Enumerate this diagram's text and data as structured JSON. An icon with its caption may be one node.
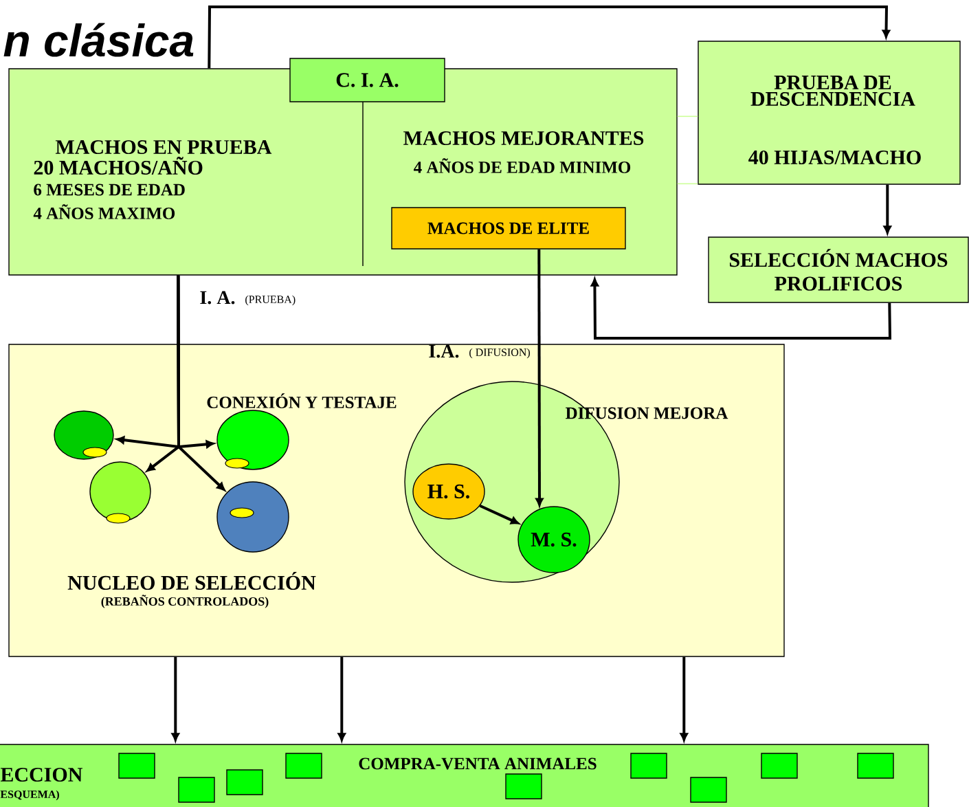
{
  "diagram": {
    "title": "n clásica",
    "nodes": [
      {
        "text": [
          "MACHOS EN PRUEBA",
          "20 MACHOS/AÑO",
          "6 MESES DE EDAD",
          "4 AÑOS MAXIMO",
          "MACHOS MEJORANTES",
          "4 AÑOS DE EDAD MINIMO"
        ]
      },
      {
        "text": [
          "C. I. A."
        ]
      },
      {
        "text": [
          "MACHOS DE ELITE"
        ],
        "in": 0
      },
      {
        "text": [
          "PRUEBA DE DESCENDENCIA",
          "40 HIJAS/MACHO"
        ]
      },
      {
        "text": [
          "SELECCIÓN MACHOS PROLIFICOS"
        ]
      },
      {
        "text": [
          "CONEXIÓN Y TESTAJE",
          "NUCLEO DE SELECCIÓN",
          "(REBAÑOS CONTROLADOS)"
        ]
      },
      {
        "text": [],
        "shape": "circle",
        "in": 5
      },
      {
        "text": [],
        "shape": "circle",
        "in": 5
      },
      {
        "text": [],
        "shape": "circle",
        "in": 5
      },
      {
        "text": [],
        "shape": "circle",
        "in": 5
      },
      {
        "text": [
          "DIFUSION MEJORA"
        ],
        "in": 5
      },
      {
        "text": [
          "H. S."
        ],
        "in": 10
      },
      {
        "text": [
          "M. S."
        ],
        "in": 10
      },
      {
        "text": [
          "ECCION",
          "ESQUEMA)",
          "COMPRA-VENTA ANIMALES"
        ]
      },
      {
        "text": [],
        "shape": "box",
        "in": 13
      },
      {
        "text": [],
        "shape": "box",
        "in": 13
      },
      {
        "text": [],
        "shape": "box",
        "in": 13
      },
      {
        "text": [],
        "shape": "box",
        "in": 13
      },
      {
        "text": [],
        "shape": "box",
        "in": 13
      },
      {
        "text": [],
        "shape": "box",
        "in": 13
      },
      {
        "text": [],
        "shape": "box",
        "in": 13
      },
      {
        "text": [],
        "shape": "box",
        "in": 13
      },
      {
        "text": [],
        "shape": "box",
        "in": 13
      }
    ],
    "edges": [
      {
        "from": 0,
        "to": 6,
        "arrow": "to"
      },
      {
        "from": 0,
        "to": 7,
        "arrow": "to"
      },
      {
        "from": 0,
        "to": 8,
        "arrow": "to"
      },
      {
        "from": 0,
        "to": 9,
        "arrow": "to"
      },
      {
        "from": 2,
        "to": 12,
        "arrow": "to"
      },
      {
        "from": 11,
        "to": 12,
        "arrow": "to"
      },
      {
        "from": 0,
        "to": 3,
        "arrow": "to"
      },
      {
        "from": 3,
        "to": 4,
        "arrow": "to"
      },
      {
        "from": 4,
        "to": 0,
        "arrow": "to"
      },
      {
        "from": 5,
        "to": 13,
        "arrow": "to"
      },
      {
        "from": 5,
        "to": 13,
        "arrow": "to"
      },
      {
        "from": 5,
        "to": 13,
        "arrow": "to"
      },
      {
        "from": 0,
        "to": 3,
        "arrow": "none",
        "color": "#ccff99"
      },
      {
        "from": 0,
        "to": 3,
        "arrow": "none",
        "color": "#ccff99"
      }
    ],
    "labels": [
      "I. A.",
      "(PRUEBA)",
      "I.A.",
      "( DIFUSION)"
    ]
  }
}
